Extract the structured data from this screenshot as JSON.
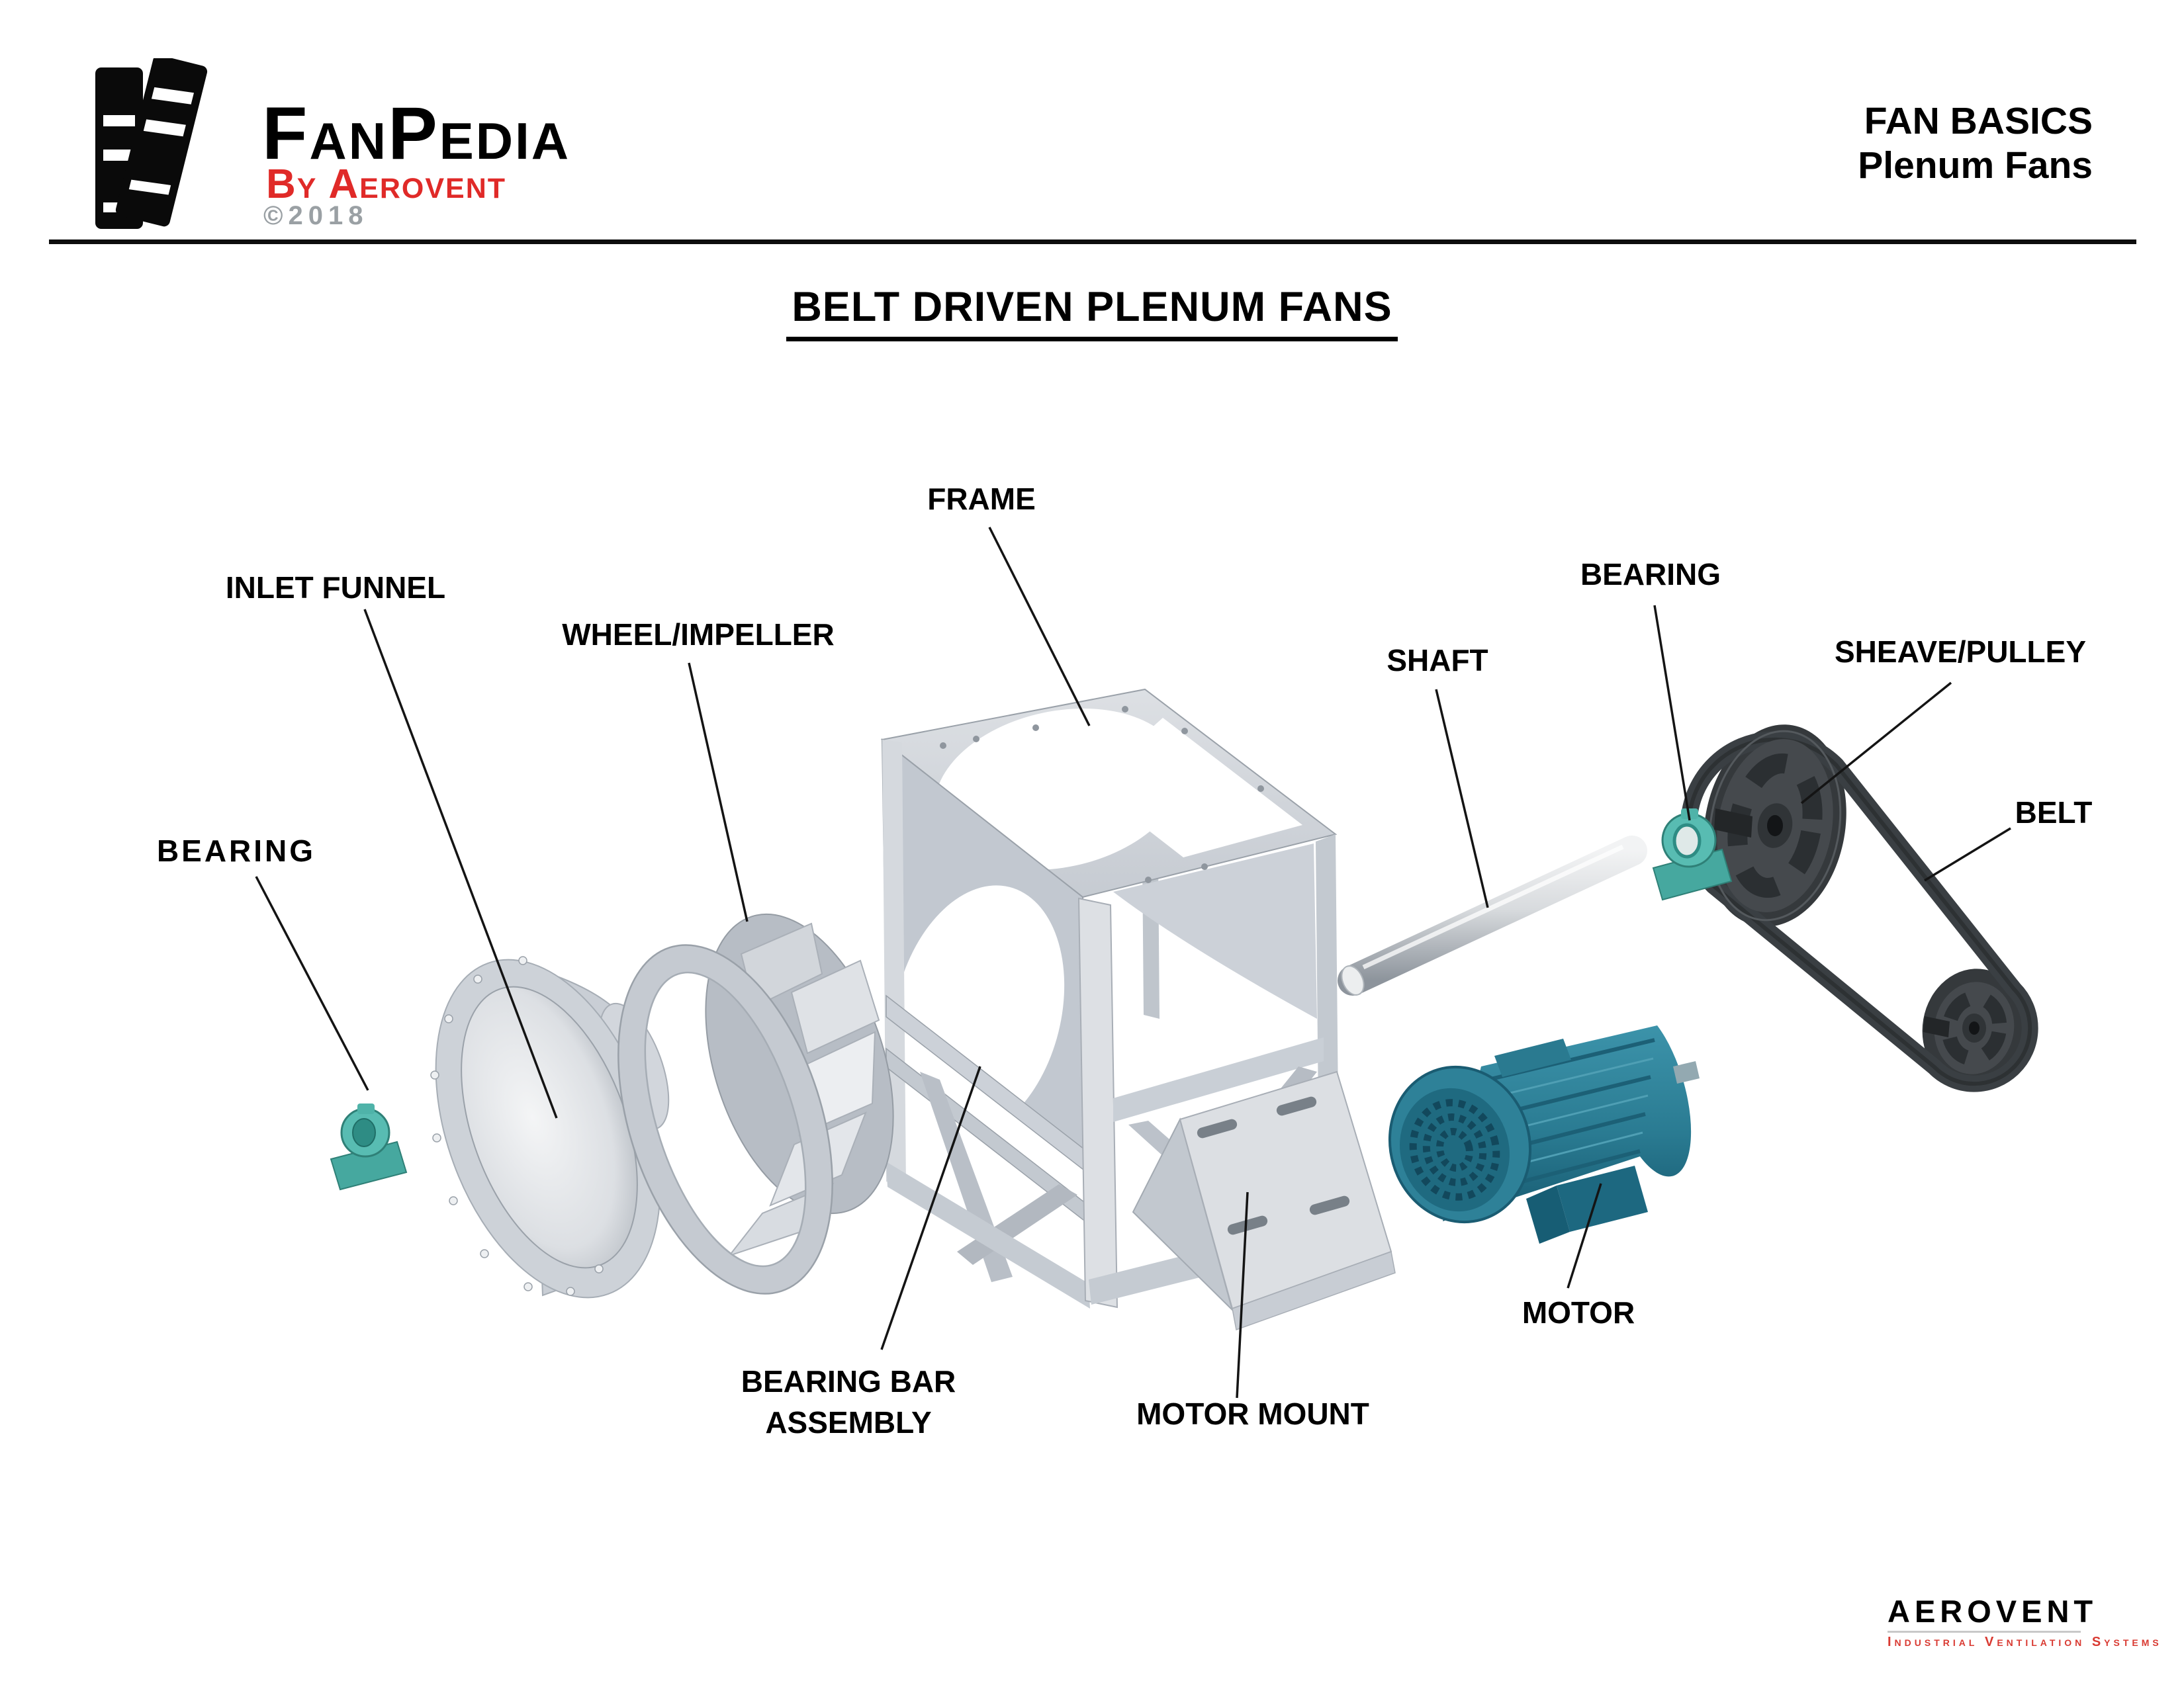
{
  "header": {
    "logo": {
      "brand": "FanPedia",
      "byline": "By Aerovent",
      "copyright": "©2018"
    },
    "right_line1": "FAN BASICS",
    "right_line2": "Plenum Fans"
  },
  "title": "BELT DRIVEN PLENUM FANS",
  "diagram": {
    "labels": {
      "frame": "FRAME",
      "inlet_funnel": "INLET FUNNEL",
      "wheel_impeller": "WHEEL/IMPELLER",
      "bearing_left": "BEARING",
      "bearing_right": "BEARING",
      "shaft": "SHAFT",
      "sheave_pulley": "SHEAVE/PULLEY",
      "belt": "BELT",
      "motor": "MOTOR",
      "motor_mount": "MOTOR MOUNT",
      "bearing_bar_line1": "BEARING BAR",
      "bearing_bar_line2": "ASSEMBLY"
    }
  },
  "footer": {
    "brand": "AEROVENT",
    "tagline": "Industrial Ventilation Systems"
  },
  "icons": {
    "header_logo": "books-icon",
    "footer_arrow": "double-chevron-right-icon"
  },
  "colors": {
    "accent_red": "#e02a28",
    "footer_red": "#d93a32",
    "bearing_teal": "#58bcb2",
    "motor_teal": "#2e8198",
    "frame_gray": "#ccd1d8",
    "belt_dark": "#3a3f43",
    "copyright_gray": "#9aa0a4"
  }
}
